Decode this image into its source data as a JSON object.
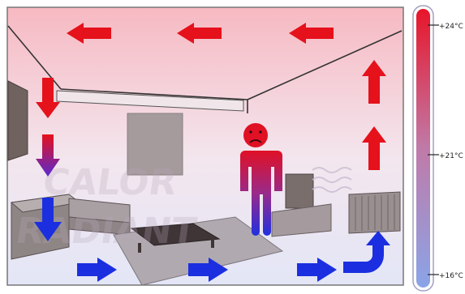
{
  "scale": {
    "ticks": [
      {
        "label": "+24°C"
      },
      {
        "label": "+21°C"
      },
      {
        "label": "+16°C"
      }
    ],
    "colors": {
      "hot": "#e8152a",
      "mid": "#c07aa8",
      "cold": "#8aa4e8"
    }
  },
  "figure": {
    "watermark": "CALOR RADIANT",
    "arrow_colors": {
      "warm": "#e5111b",
      "cool": "#1b2fe0"
    },
    "person_face": "sad"
  }
}
